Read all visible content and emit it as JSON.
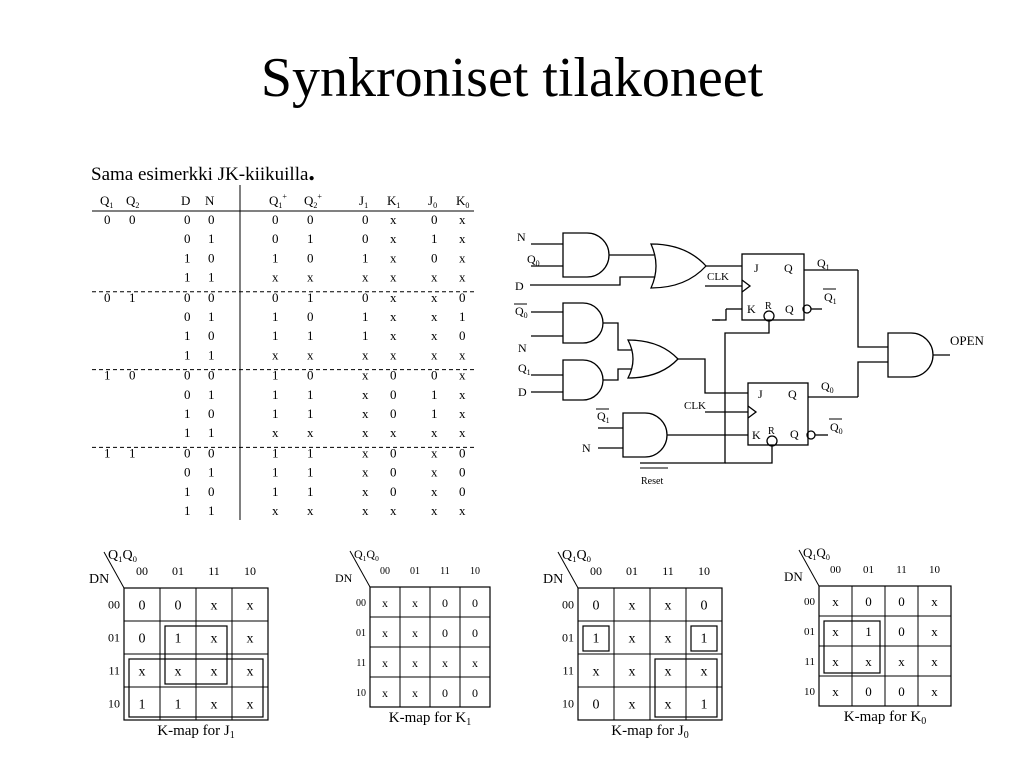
{
  "title": "Synkroniset tilakoneet",
  "subtitle": "Sama esimerkki JK-kiikuilla",
  "subtitle_dot": ".",
  "truth_table": {
    "headers": [
      {
        "base": "Q",
        "sub": "1",
        "sup": ""
      },
      {
        "base": "Q",
        "sub": "2",
        "sup": ""
      },
      {
        "base": "D",
        "sub": "",
        "sup": ""
      },
      {
        "base": "N",
        "sub": "",
        "sup": ""
      },
      {
        "base": "Q",
        "sub": "1",
        "sup": "+"
      },
      {
        "base": "Q",
        "sub": "2",
        "sup": "+"
      },
      {
        "base": "J",
        "sub": "1",
        "sup": ""
      },
      {
        "base": "K",
        "sub": "1",
        "sup": ""
      },
      {
        "base": "J",
        "sub": "0",
        "sup": ""
      },
      {
        "base": "K",
        "sub": "0",
        "sup": ""
      }
    ],
    "groups": [
      {
        "q1": "0",
        "q2": "0",
        "rows": [
          [
            "0",
            "0",
            "0",
            "0",
            "0",
            "x",
            "0",
            "x"
          ],
          [
            "0",
            "1",
            "0",
            "1",
            "0",
            "x",
            "1",
            "x"
          ],
          [
            "1",
            "0",
            "1",
            "0",
            "1",
            "x",
            "0",
            "x"
          ],
          [
            "1",
            "1",
            "x",
            "x",
            "x",
            "x",
            "x",
            "x"
          ]
        ]
      },
      {
        "q1": "0",
        "q2": "1",
        "rows": [
          [
            "0",
            "0",
            "0",
            "1",
            "0",
            "x",
            "x",
            "0"
          ],
          [
            "0",
            "1",
            "1",
            "0",
            "1",
            "x",
            "x",
            "1"
          ],
          [
            "1",
            "0",
            "1",
            "1",
            "1",
            "x",
            "x",
            "0"
          ],
          [
            "1",
            "1",
            "x",
            "x",
            "x",
            "x",
            "x",
            "x"
          ]
        ]
      },
      {
        "q1": "1",
        "q2": "0",
        "rows": [
          [
            "0",
            "0",
            "1",
            "0",
            "x",
            "0",
            "0",
            "x"
          ],
          [
            "0",
            "1",
            "1",
            "1",
            "x",
            "0",
            "1",
            "x"
          ],
          [
            "1",
            "0",
            "1",
            "1",
            "x",
            "0",
            "1",
            "x"
          ],
          [
            "1",
            "1",
            "x",
            "x",
            "x",
            "x",
            "x",
            "x"
          ]
        ]
      },
      {
        "q1": "1",
        "q2": "1",
        "rows": [
          [
            "0",
            "0",
            "1",
            "1",
            "x",
            "0",
            "x",
            "0"
          ],
          [
            "0",
            "1",
            "1",
            "1",
            "x",
            "0",
            "x",
            "0"
          ],
          [
            "1",
            "0",
            "1",
            "1",
            "x",
            "0",
            "x",
            "0"
          ],
          [
            "1",
            "1",
            "x",
            "x",
            "x",
            "x",
            "x",
            "x"
          ]
        ]
      }
    ]
  },
  "circuit": {
    "labels": {
      "n_top": "N",
      "q0_top": "Q",
      "q0_top_sub": "0",
      "d_top": "D",
      "q0bar": "Q",
      "q0bar_sub": "0",
      "n_mid": "N",
      "q1_mid": "Q",
      "q1_mid_sub": "1",
      "d_mid": "D",
      "q1bar": "Q",
      "q1bar_sub": "1",
      "n_bot": "N",
      "clk1": "CLK",
      "clk2": "CLK",
      "ff1_j": "J",
      "ff1_k": "K",
      "ff1_q": "Q",
      "ff1_qbar": "Q",
      "ff1_r": "R",
      "ff2_j": "J",
      "ff2_k": "K",
      "ff2_q": "Q",
      "ff2_qbar": "Q",
      "ff2_r": "R",
      "out_q1": "Q",
      "out_q1_sub": "1",
      "out_q1bar": "Q",
      "out_q1bar_sub": "1",
      "out_q0": "Q",
      "out_q0_sub": "0",
      "out_q0bar": "Q",
      "out_q0bar_sub": "0",
      "open": "OPEN",
      "reset": "Reset"
    }
  },
  "kmaps": [
    {
      "corner_q": "Q",
      "corner_s1": "1",
      "corner_q2": "Q",
      "corner_s2": "0",
      "corner_dn": "DN",
      "cols": [
        "00",
        "01",
        "11",
        "10"
      ],
      "rows": [
        "00",
        "01",
        "11",
        "10"
      ],
      "cells": [
        [
          "0",
          "0",
          "x",
          "x"
        ],
        [
          "0",
          "1",
          "x",
          "x"
        ],
        [
          "x",
          "x",
          "x",
          "x"
        ],
        [
          "1",
          "1",
          "x",
          "x"
        ]
      ],
      "caption": "K-map for J",
      "caption_sub": "1"
    },
    {
      "corner_q": "Q",
      "corner_s1": "1",
      "corner_q2": "Q",
      "corner_s2": "0",
      "corner_dn": "DN",
      "cols": [
        "00",
        "01",
        "11",
        "10"
      ],
      "rows": [
        "00",
        "01",
        "11",
        "10"
      ],
      "cells": [
        [
          "x",
          "x",
          "0",
          "0"
        ],
        [
          "x",
          "x",
          "0",
          "0"
        ],
        [
          "x",
          "x",
          "x",
          "x"
        ],
        [
          "x",
          "x",
          "0",
          "0"
        ]
      ],
      "caption": "K-map for K",
      "caption_sub": "1"
    },
    {
      "corner_q": "Q",
      "corner_s1": "1",
      "corner_q2": "Q",
      "corner_s2": "0",
      "corner_dn": "DN",
      "cols": [
        "00",
        "01",
        "11",
        "10"
      ],
      "rows": [
        "00",
        "01",
        "11",
        "10"
      ],
      "cells": [
        [
          "0",
          "x",
          "x",
          "0"
        ],
        [
          "1",
          "x",
          "x",
          "1"
        ],
        [
          "x",
          "x",
          "x",
          "x"
        ],
        [
          "0",
          "x",
          "x",
          "1"
        ]
      ],
      "caption": "K-map for J",
      "caption_sub": "0"
    },
    {
      "corner_q": "Q",
      "corner_s1": "1",
      "corner_q2": "Q",
      "corner_s2": "0",
      "corner_dn": "DN",
      "cols": [
        "00",
        "01",
        "11",
        "10"
      ],
      "rows": [
        "00",
        "01",
        "11",
        "10"
      ],
      "cells": [
        [
          "x",
          "0",
          "0",
          "x"
        ],
        [
          "x",
          "1",
          "0",
          "x"
        ],
        [
          "x",
          "x",
          "x",
          "x"
        ],
        [
          "x",
          "0",
          "0",
          "x"
        ]
      ],
      "caption": "K-map for K",
      "caption_sub": "0"
    }
  ]
}
